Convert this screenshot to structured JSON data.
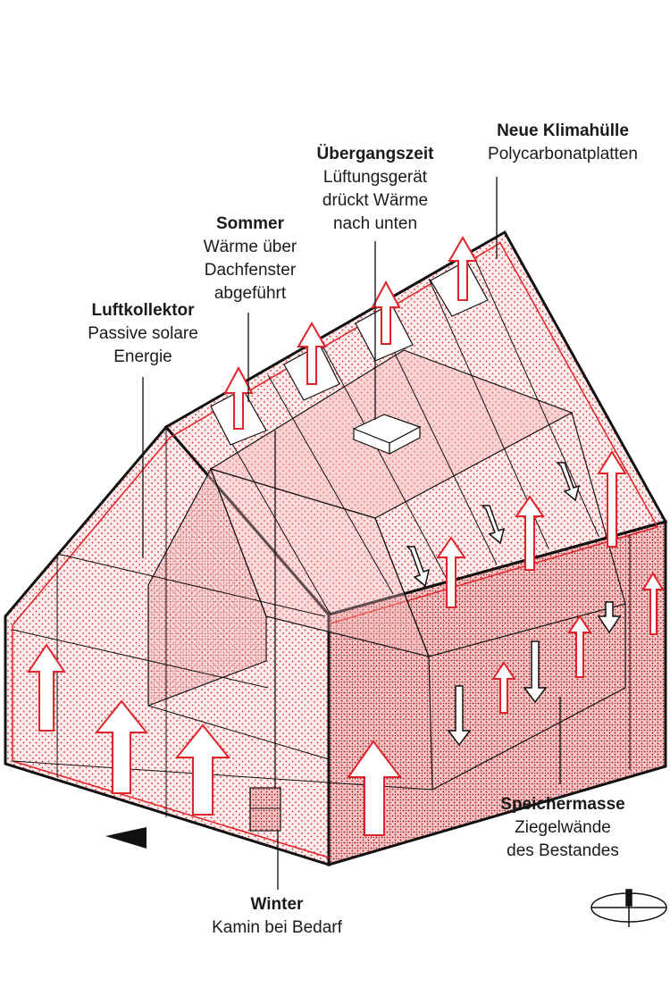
{
  "colors": {
    "ink": "#111111",
    "red": "#e0242a",
    "dot_fill": "#fbe4e4",
    "white": "#ffffff"
  },
  "labels": {
    "luftkollektor": {
      "title": "Luftkollektor",
      "line1": "Passive solare",
      "line2": "Energie"
    },
    "sommer": {
      "title": "Sommer",
      "line1": "Wärme über",
      "line2": "Dachfenster",
      "line3": "abgeführt"
    },
    "uebergangszeit": {
      "title": "Übergangszeit",
      "line1": "Lüftungsgerät",
      "line2": "drückt Wärme",
      "line3": "nach unten"
    },
    "klimahuelle": {
      "title": "Neue Klimahülle",
      "line1": "Polycarbonatplatten"
    },
    "speichermasse": {
      "title": "Speichermasse",
      "line1": "Ziegelwände",
      "line2": "des Bestandes"
    },
    "winter": {
      "title": "Winter",
      "line1": "Kamin bei Bedarf"
    }
  },
  "icons": {
    "north_arrow": "north-arrow-icon",
    "view_marker": "view-direction-icon",
    "up_arrow": "heat-up-arrow-icon",
    "down_arrow": "air-down-arrow-icon"
  }
}
